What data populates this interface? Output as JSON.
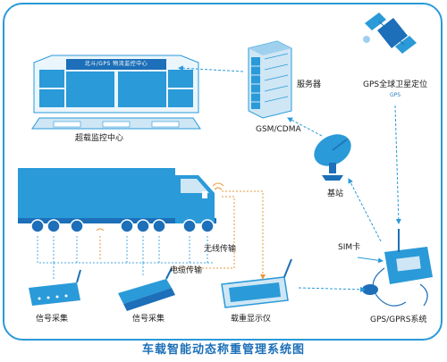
{
  "title": "车载智能动态称重管理系统图",
  "nodes": {
    "monitor_center": {
      "label": "超载监控中心",
      "screen_title": "北斗/GPS  物流监控中心"
    },
    "server": {
      "label": "服务器"
    },
    "satellite": {
      "label": "GPS全球卫星定位",
      "sublabel": "GPS"
    },
    "network": {
      "label": "GSM/CDMA"
    },
    "base_station": {
      "label": "基站"
    },
    "sim_card": {
      "label": "SIM卡"
    },
    "gps_gprs_system": {
      "label": "GPS/GPRS系统"
    },
    "wireless_link": {
      "label": "无线传输"
    },
    "cable_link": {
      "label": "电缆传输"
    },
    "signal_collector_1": {
      "label": "信号采集"
    },
    "signal_collector_2": {
      "label": "信号采集"
    },
    "weight_display": {
      "label": "载重显示仪"
    }
  },
  "colors": {
    "primary": "#2a9ad8",
    "dark": "#1c6fb8",
    "link": "#e39a3c",
    "dashed": "#4aa8e0"
  }
}
